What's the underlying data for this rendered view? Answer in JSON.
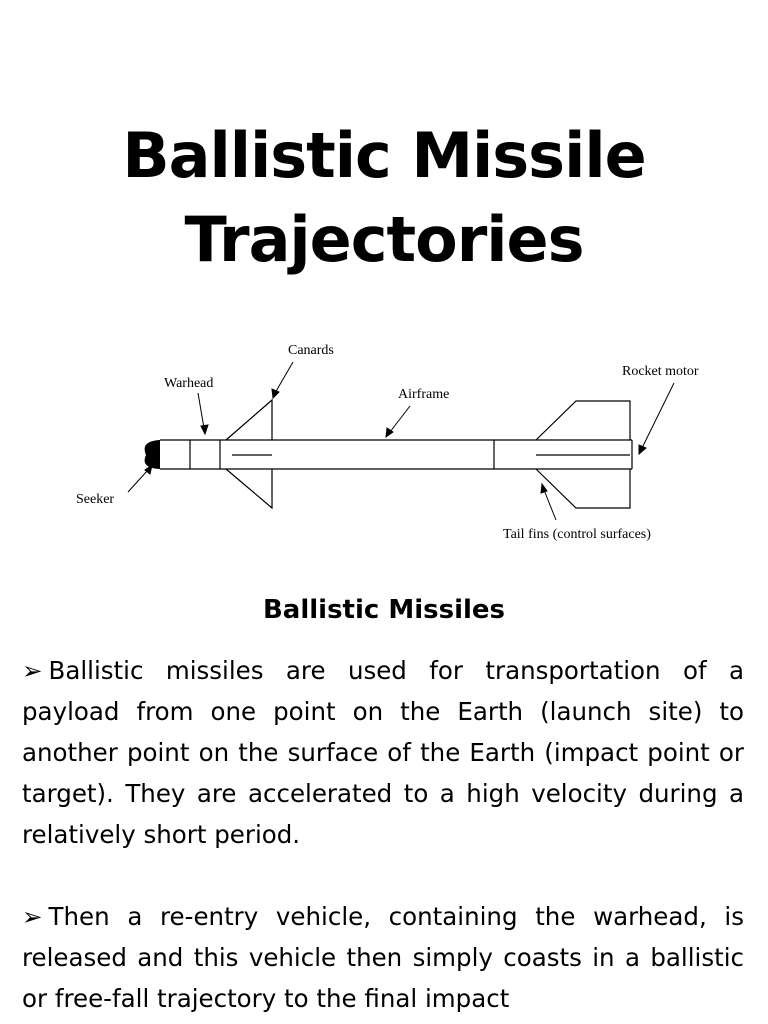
{
  "slide": {
    "title_line1": "Ballistic Missile",
    "title_line2": "Trajectories",
    "diagram_labels": {
      "canards": "Canards",
      "warhead": "Warhead",
      "airframe": "Airframe",
      "rocket_motor": "Rocket motor",
      "seeker": "Seeker",
      "tail_fins": "Tail fins (control surfaces)"
    },
    "subheading": "Ballistic Missiles",
    "bullet_symbol": "➢",
    "paragraphs": [
      "Ballistic missiles are used for transportation of a payload from one point on the Earth (launch site) to another point on the surface of the Earth (impact point or target). They are accelerated to a high velocity during a relatively short period.",
      "Then a re-entry vehicle, containing the warhead, is released and this vehicle then simply coasts in a ballistic or free-fall trajectory to the final impact"
    ]
  }
}
